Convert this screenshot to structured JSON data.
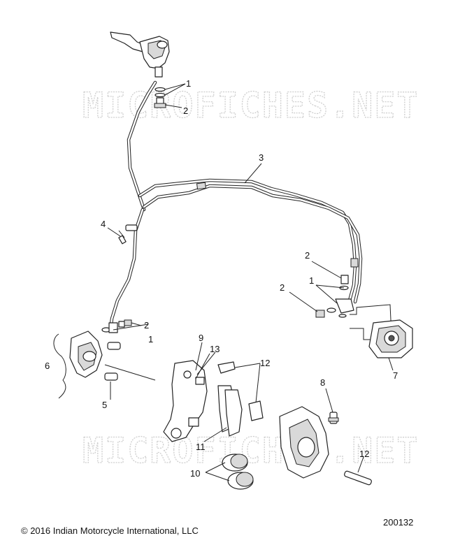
{
  "watermark": {
    "top": "MICROFICHES.NET",
    "bottom": "MICROFICHES.NET"
  },
  "callouts": {
    "c1_top": "1",
    "c2_top": "2",
    "c3": "3",
    "c4": "4",
    "c2_mid": "2",
    "c1_right": "1",
    "c2_right": "2",
    "c2_left": "2",
    "c1_left": "1",
    "c6": "6",
    "c5": "5",
    "c9": "9",
    "c13": "13",
    "c12_top": "12",
    "c7": "7",
    "c8": "8",
    "c11": "11",
    "c10": "10",
    "c12_bottom": "12"
  },
  "footer": {
    "copyright": "© 2016 Indian Motorcycle International, LLC",
    "ref_number": "200132"
  }
}
